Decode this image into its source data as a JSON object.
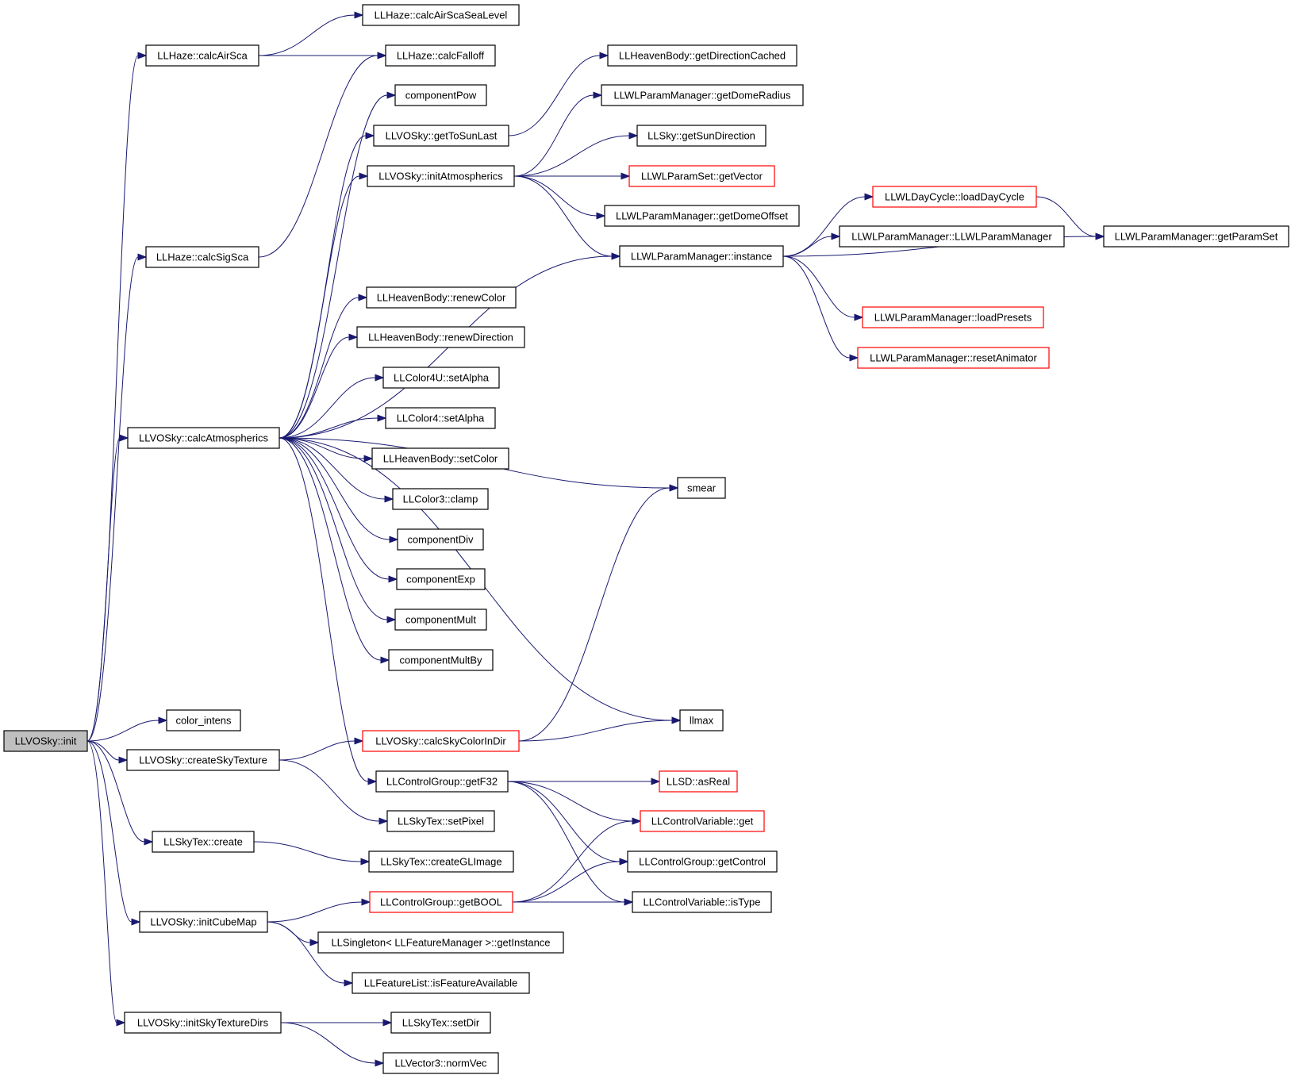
{
  "colors": {
    "edge": "#191970",
    "border_normal": "#000000",
    "border_truncated": "#ff0000",
    "root_fill": "#bfbfbf",
    "node_fill": "#ffffff"
  },
  "nodes": [
    {
      "id": "init",
      "label": "LLVOSky::init",
      "root": true
    },
    {
      "id": "calcAirScaSeaLevel",
      "label": "LLHaze::calcAirScaSeaLevel"
    },
    {
      "id": "calcAirSca",
      "label": "LLHaze::calcAirSca"
    },
    {
      "id": "calcFalloff",
      "label": "LLHaze::calcFalloff"
    },
    {
      "id": "componentPow",
      "label": "componentPow"
    },
    {
      "id": "getToSunLast",
      "label": "LLVOSky::getToSunLast"
    },
    {
      "id": "initAtmospherics",
      "label": "LLVOSky::initAtmospherics"
    },
    {
      "id": "getDirectionCached",
      "label": "LLHeavenBody::getDirectionCached"
    },
    {
      "id": "getDomeRadius",
      "label": "LLWLParamManager::getDomeRadius"
    },
    {
      "id": "getSunDirection",
      "label": "LLSky::getSunDirection"
    },
    {
      "id": "getVector",
      "label": "LLWLParamSet::getVector",
      "truncated": true
    },
    {
      "id": "getDomeOffset",
      "label": "LLWLParamManager::getDomeOffset"
    },
    {
      "id": "loadDayCycle",
      "label": "LLWLDayCycle::loadDayCycle",
      "truncated": true
    },
    {
      "id": "instance",
      "label": "LLWLParamManager::instance"
    },
    {
      "id": "ctor",
      "label": "LLWLParamManager::LLWLParamManager"
    },
    {
      "id": "getParamSet",
      "label": "LLWLParamManager::getParamSet"
    },
    {
      "id": "loadPresets",
      "label": "LLWLParamManager::loadPresets",
      "truncated": true
    },
    {
      "id": "resetAnimator",
      "label": "LLWLParamManager::resetAnimator",
      "truncated": true
    },
    {
      "id": "calcSigSca",
      "label": "LLHaze::calcSigSca"
    },
    {
      "id": "renewColor",
      "label": "LLHeavenBody::renewColor"
    },
    {
      "id": "renewDirection",
      "label": "LLHeavenBody::renewDirection"
    },
    {
      "id": "color4uSetAlpha",
      "label": "LLColor4U::setAlpha"
    },
    {
      "id": "color4SetAlpha",
      "label": "LLColor4::setAlpha"
    },
    {
      "id": "calcAtmospherics",
      "label": "LLVOSky::calcAtmospherics"
    },
    {
      "id": "setColor",
      "label": "LLHeavenBody::setColor"
    },
    {
      "id": "clamp",
      "label": "LLColor3::clamp"
    },
    {
      "id": "componentDiv",
      "label": "componentDiv"
    },
    {
      "id": "componentExp",
      "label": "componentExp"
    },
    {
      "id": "componentMult",
      "label": "componentMult"
    },
    {
      "id": "componentMultBy",
      "label": "componentMultBy"
    },
    {
      "id": "smear",
      "label": "smear"
    },
    {
      "id": "llmax",
      "label": "llmax"
    },
    {
      "id": "colorIntens",
      "label": "color_intens"
    },
    {
      "id": "createSkyTexture",
      "label": "LLVOSky::createSkyTexture"
    },
    {
      "id": "calcSkyColorInDir",
      "label": "LLVOSky::calcSkyColorInDir",
      "truncated": true
    },
    {
      "id": "getF32",
      "label": "LLControlGroup::getF32"
    },
    {
      "id": "asReal",
      "label": "LLSD::asReal",
      "truncated": true
    },
    {
      "id": "setPixel",
      "label": "LLSkyTex::setPixel"
    },
    {
      "id": "cvGet",
      "label": "LLControlVariable::get",
      "truncated": true
    },
    {
      "id": "skyTexCreate",
      "label": "LLSkyTex::create"
    },
    {
      "id": "createGLImage",
      "label": "LLSkyTex::createGLImage"
    },
    {
      "id": "getControl",
      "label": "LLControlGroup::getControl"
    },
    {
      "id": "getBOOL",
      "label": "LLControlGroup::getBOOL",
      "truncated": true
    },
    {
      "id": "isType",
      "label": "LLControlVariable::isType"
    },
    {
      "id": "initCubeMap",
      "label": "LLVOSky::initCubeMap"
    },
    {
      "id": "getInstance",
      "label": "LLSingleton< LLFeatureManager >::getInstance"
    },
    {
      "id": "isFeatureAvailable",
      "label": "LLFeatureList::isFeatureAvailable"
    },
    {
      "id": "initSkyTextureDirs",
      "label": "LLVOSky::initSkyTextureDirs"
    },
    {
      "id": "setDir",
      "label": "LLSkyTex::setDir"
    },
    {
      "id": "normVec",
      "label": "LLVector3::normVec"
    }
  ],
  "edges": [
    [
      "init",
      "calcAirSca"
    ],
    [
      "init",
      "calcSigSca"
    ],
    [
      "init",
      "calcAtmospherics"
    ],
    [
      "init",
      "colorIntens"
    ],
    [
      "init",
      "createSkyTexture"
    ],
    [
      "init",
      "skyTexCreate"
    ],
    [
      "init",
      "initCubeMap"
    ],
    [
      "init",
      "initSkyTextureDirs"
    ],
    [
      "calcAirSca",
      "calcAirScaSeaLevel"
    ],
    [
      "calcAirSca",
      "calcFalloff"
    ],
    [
      "calcSigSca",
      "calcFalloff"
    ],
    [
      "calcAtmospherics",
      "componentPow"
    ],
    [
      "calcAtmospherics",
      "getToSunLast"
    ],
    [
      "calcAtmospherics",
      "initAtmospherics"
    ],
    [
      "calcAtmospherics",
      "instance"
    ],
    [
      "calcAtmospherics",
      "renewColor"
    ],
    [
      "calcAtmospherics",
      "renewDirection"
    ],
    [
      "calcAtmospherics",
      "color4uSetAlpha"
    ],
    [
      "calcAtmospherics",
      "color4SetAlpha"
    ],
    [
      "calcAtmospherics",
      "setColor"
    ],
    [
      "calcAtmospherics",
      "clamp"
    ],
    [
      "calcAtmospherics",
      "componentDiv"
    ],
    [
      "calcAtmospherics",
      "componentExp"
    ],
    [
      "calcAtmospherics",
      "componentMult"
    ],
    [
      "calcAtmospherics",
      "componentMultBy"
    ],
    [
      "calcAtmospherics",
      "smear"
    ],
    [
      "calcAtmospherics",
      "llmax"
    ],
    [
      "calcAtmospherics",
      "getF32"
    ],
    [
      "getToSunLast",
      "getDirectionCached"
    ],
    [
      "initAtmospherics",
      "getDomeRadius"
    ],
    [
      "initAtmospherics",
      "getSunDirection"
    ],
    [
      "initAtmospherics",
      "getVector"
    ],
    [
      "initAtmospherics",
      "getDomeOffset"
    ],
    [
      "initAtmospherics",
      "instance"
    ],
    [
      "instance",
      "loadDayCycle"
    ],
    [
      "instance",
      "ctor"
    ],
    [
      "instance",
      "getParamSet"
    ],
    [
      "instance",
      "loadPresets"
    ],
    [
      "instance",
      "resetAnimator"
    ],
    [
      "loadDayCycle",
      "getParamSet"
    ],
    [
      "createSkyTexture",
      "calcSkyColorInDir"
    ],
    [
      "createSkyTexture",
      "setPixel"
    ],
    [
      "calcSkyColorInDir",
      "smear"
    ],
    [
      "calcSkyColorInDir",
      "llmax"
    ],
    [
      "getF32",
      "asReal"
    ],
    [
      "getF32",
      "cvGet"
    ],
    [
      "getF32",
      "getControl"
    ],
    [
      "getF32",
      "isType"
    ],
    [
      "skyTexCreate",
      "createGLImage"
    ],
    [
      "getBOOL",
      "cvGet"
    ],
    [
      "getBOOL",
      "getControl"
    ],
    [
      "getBOOL",
      "isType"
    ],
    [
      "initCubeMap",
      "getBOOL"
    ],
    [
      "initCubeMap",
      "getInstance"
    ],
    [
      "initCubeMap",
      "isFeatureAvailable"
    ],
    [
      "initSkyTextureDirs",
      "setDir"
    ],
    [
      "initSkyTextureDirs",
      "normVec"
    ]
  ]
}
